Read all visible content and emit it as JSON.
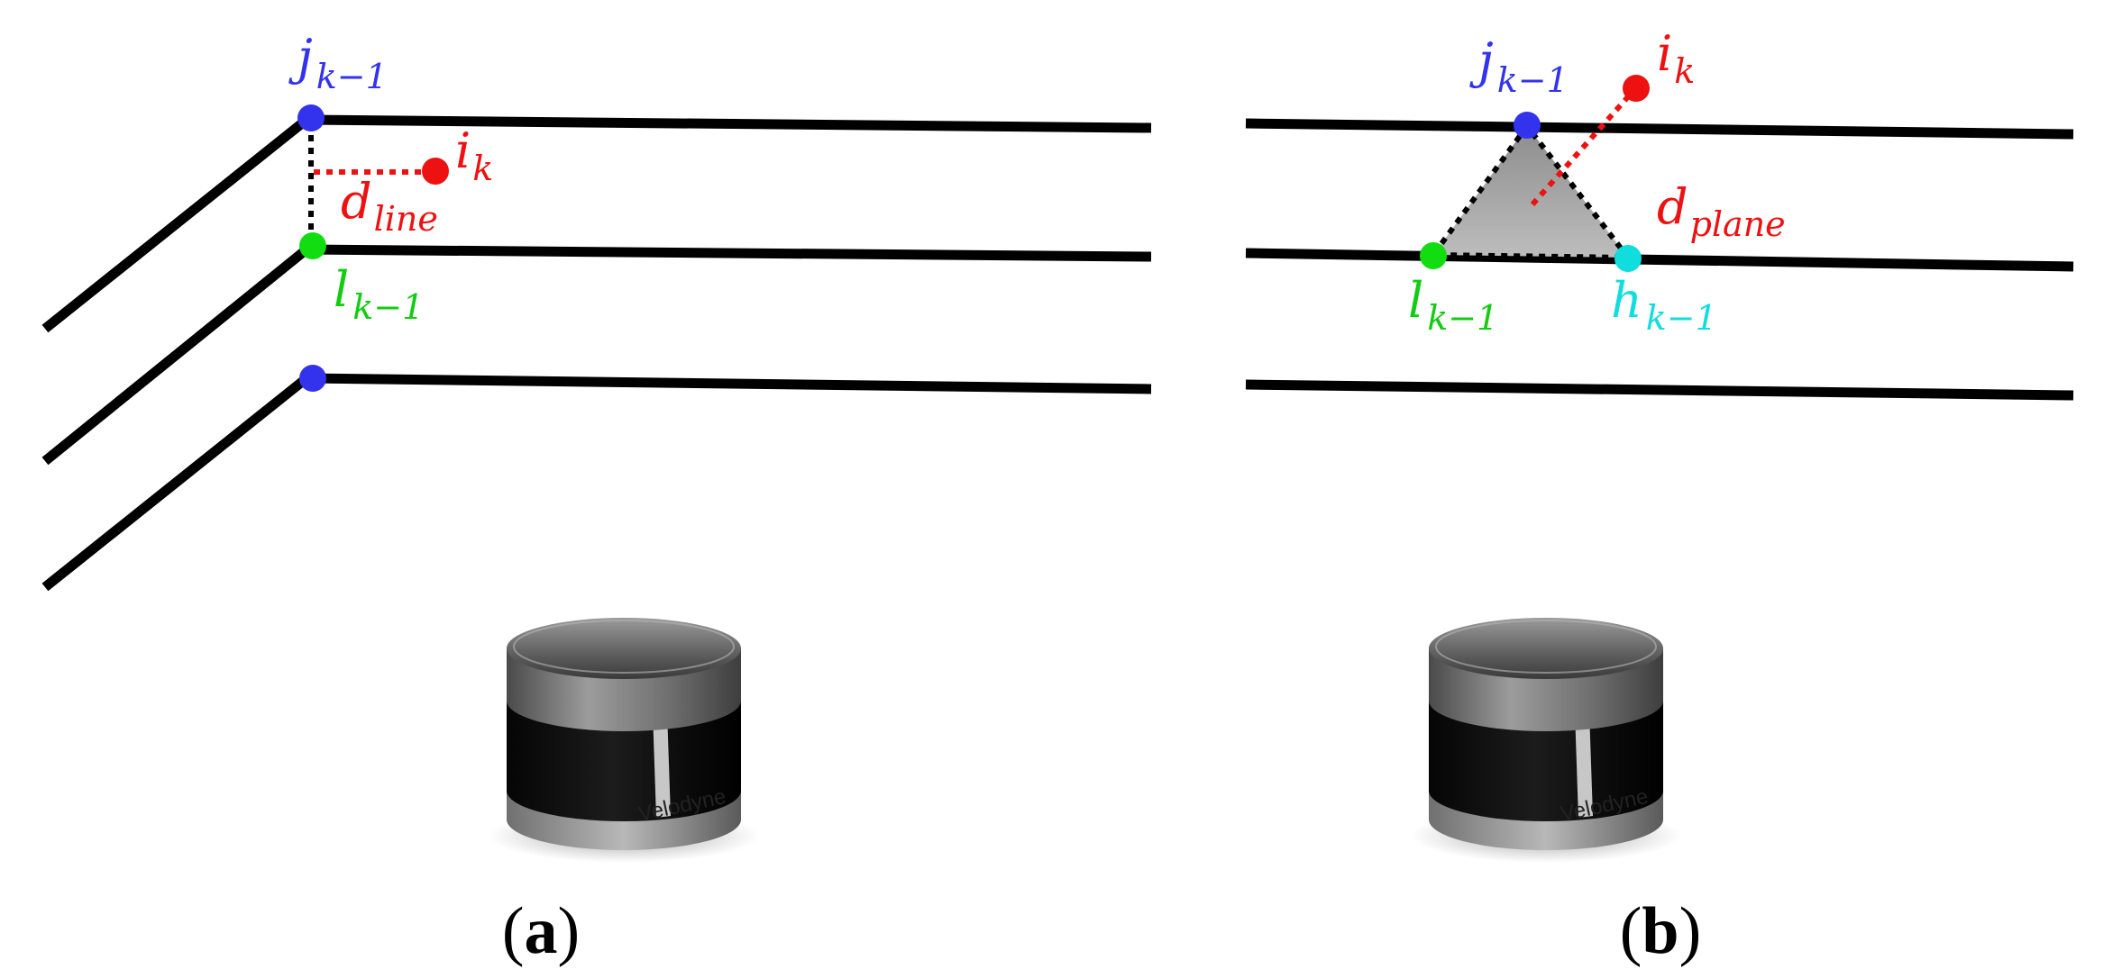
{
  "colors": {
    "line": "#000000",
    "j_point": "#3333ee",
    "i_point": "#ee1111",
    "l_point": "#11dd11",
    "h_point": "#11dddd",
    "distance": "#ee1111",
    "plane_fill": "#a9a9a9"
  },
  "panel_a": {
    "caption_open": "(",
    "caption_letter": "a",
    "caption_close": ")",
    "j": {
      "base": "j",
      "sub": "k−1"
    },
    "i": {
      "base": "i",
      "sub": "k"
    },
    "d": {
      "base": "d",
      "sub": "line"
    },
    "l": {
      "base": "l",
      "sub": "k−1"
    },
    "lidar_brand": "Velodyne"
  },
  "panel_b": {
    "caption_open": "(",
    "caption_letter": "b",
    "caption_close": ")",
    "j": {
      "base": "j",
      "sub": "k−1"
    },
    "i": {
      "base": "i",
      "sub": "k"
    },
    "d": {
      "base": "d",
      "sub": "plane"
    },
    "l": {
      "base": "l",
      "sub": "k−1"
    },
    "h": {
      "base": "h",
      "sub": "k−1"
    },
    "lidar_brand": "Velodyne"
  }
}
